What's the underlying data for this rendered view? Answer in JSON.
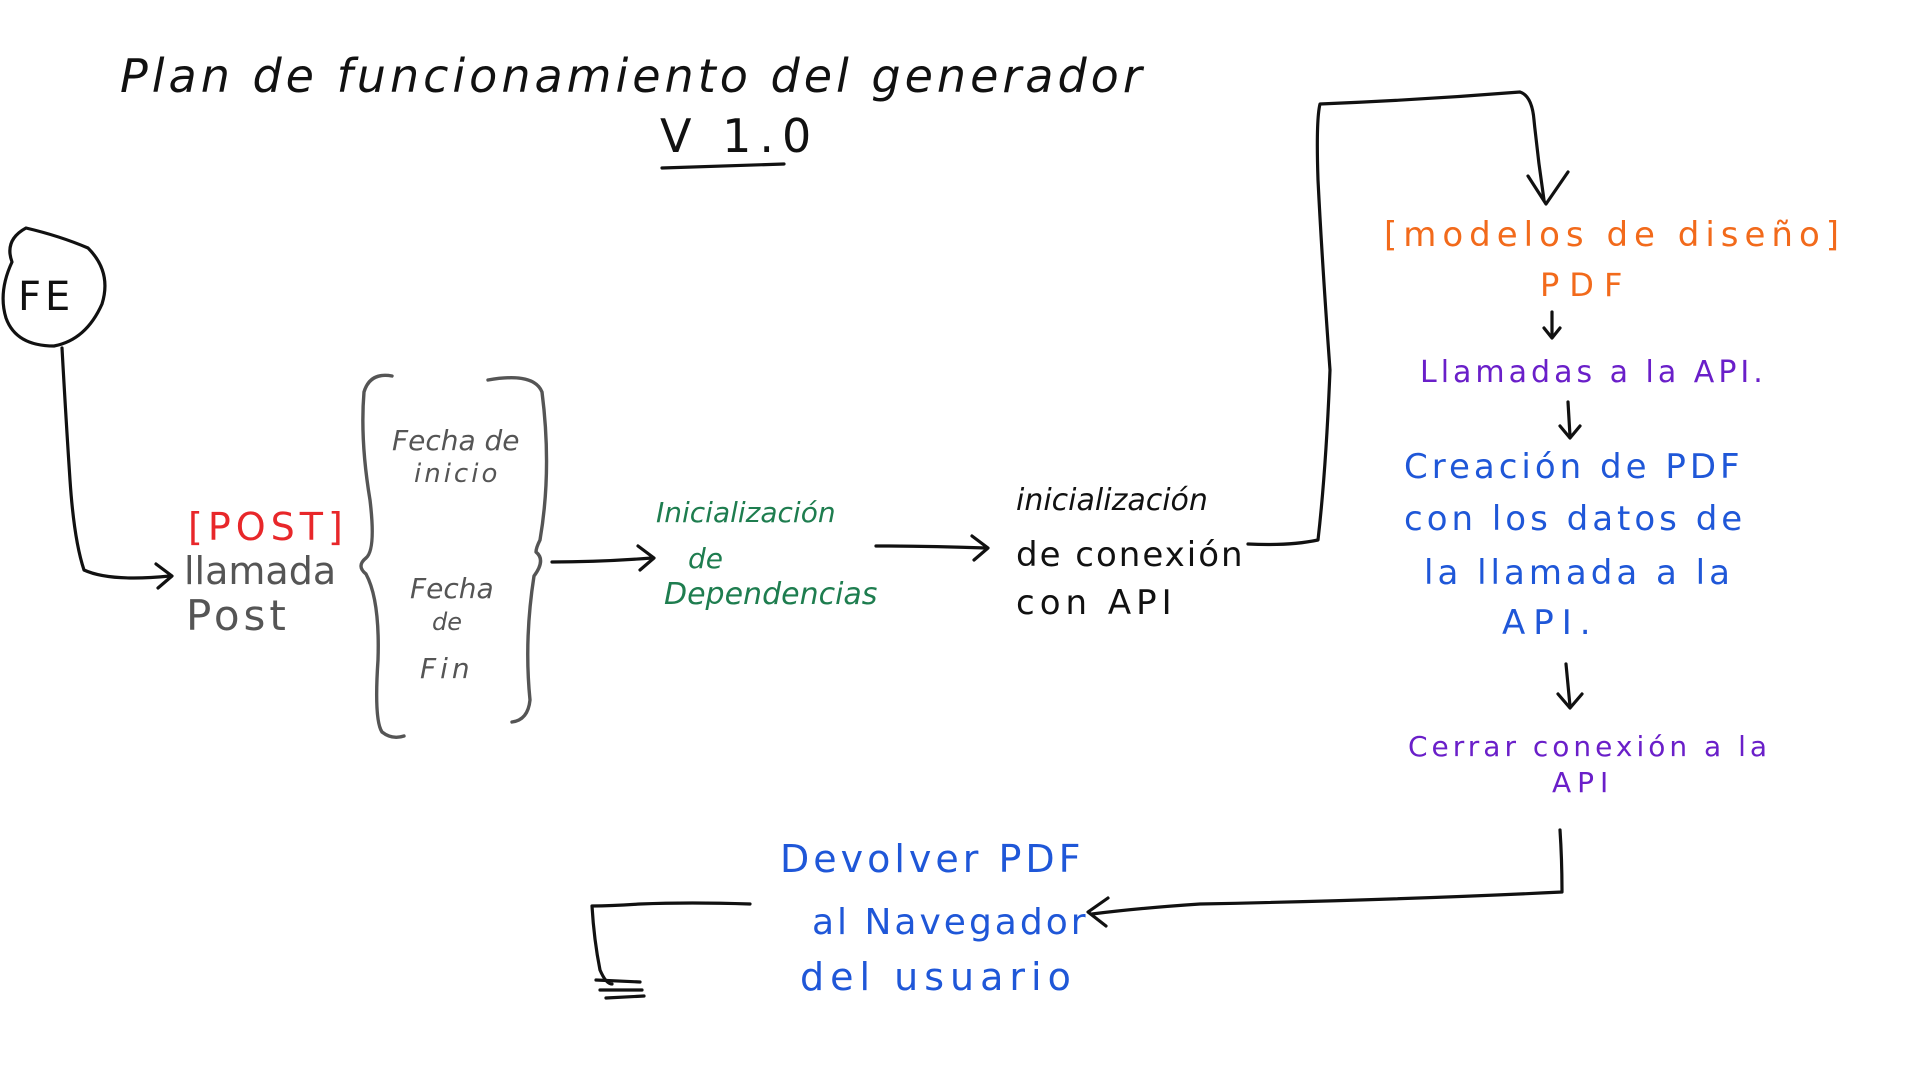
{
  "title": {
    "line1": "Plan de funcionamiento del generador",
    "line2": "V 1.0"
  },
  "nodes": {
    "fe": "FE",
    "post_tag": "[POST]",
    "post_label_1": "llamada",
    "post_label_2": "Post",
    "params": {
      "start_1": "Fecha de",
      "start_2": "inicio",
      "end_1": "Fecha",
      "end_2": "de",
      "end_3": "Fin"
    },
    "deps_1": "Inicialización",
    "deps_2": "de",
    "deps_3": "Dependencias",
    "api_init_1": "inicialización",
    "api_init_2": "de conexión",
    "api_init_3": "con API",
    "models_1": "[modelos de diseño]",
    "models_2": "PDF",
    "calls": "Llamadas a la API.",
    "create_1": "Creación de PDF",
    "create_2": "con los datos de",
    "create_3": "la llamada a la",
    "create_4": "API.",
    "close_1": "Cerrar conexión a la",
    "close_2": "API",
    "return_1": "Devolver PDF",
    "return_2": "al Navegador",
    "return_3": "del usuario"
  },
  "colors": {
    "black": "#111111",
    "gray": "#555555",
    "red": "#e8272a",
    "green": "#1e7d4f",
    "orange": "#f26a1b",
    "purple": "#6a1fc9",
    "blue": "#1f57d8"
  }
}
